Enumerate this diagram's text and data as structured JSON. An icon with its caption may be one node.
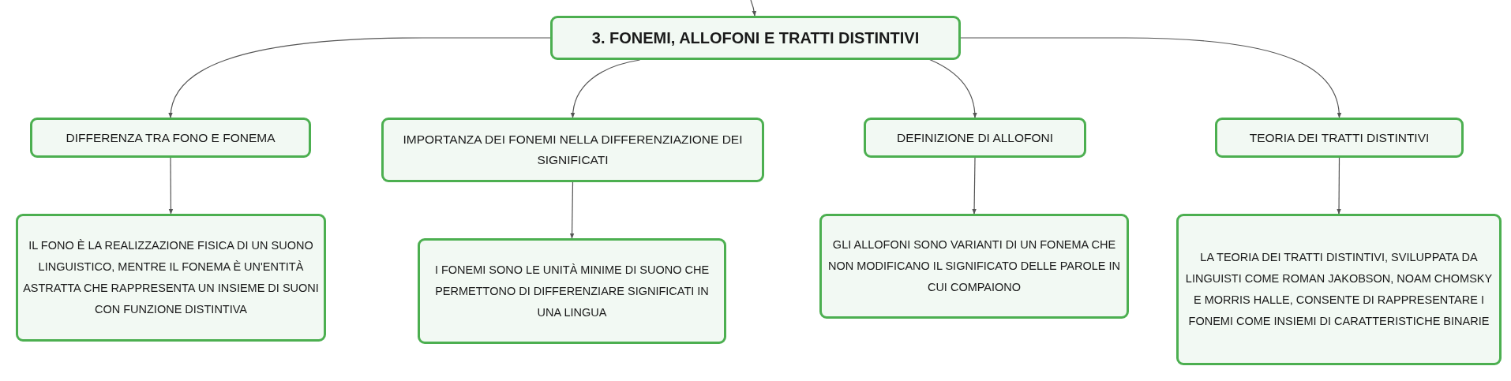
{
  "diagram": {
    "nodes": [
      {
        "text": [
          "3. FONEMI, ALLOFONI E TRATTI DISTINTIVI"
        ]
      },
      {
        "text": [
          "DIFFERENZA TRA FONO E FONEMA"
        ]
      },
      {
        "text": [
          "IMPORTANZA DEI FONEMI NELLA DIFFERENZIAZIONE DEI SIGNIFICATI"
        ]
      },
      {
        "text": [
          "DEFINIZIONE DI ALLOFONI"
        ]
      },
      {
        "text": [
          "TEORIA DEI TRATTI DISTINTIVI"
        ]
      },
      {
        "text": [
          "IL FONO È LA REALIZZAZIONE FISICA DI UN SUONO LINGUISTICO, MENTRE IL FONEMA È UN'ENTITÀ ASTRATTA CHE RAPPRESENTA UN INSIEME DI SUONI CON FUNZIONE DISTINTIVA"
        ]
      },
      {
        "text": [
          "I FONEMI SONO LE UNITÀ MINIME DI SUONO CHE PERMETTONO DI DIFFERENZIARE SIGNIFICATI IN UNA LINGUA"
        ]
      },
      {
        "text": [
          "GLI ALLOFONI SONO VARIANTI DI UN FONEMA CHE NON MODIFICANO IL SIGNIFICATO DELLE PAROLE IN CUI COMPAIONO"
        ]
      },
      {
        "text": [
          "LA TEORIA DEI TRATTI DISTINTIVI, SVILUPPATA DA LINGUISTI COME ROMAN JAKOBSON, NOAM CHOMSKY E MORRIS HALLE, CONSENTE DI RAPPRESENTARE I FONEMI COME INSIEMI DI CARATTERISTICHE BINARIE"
        ]
      }
    ],
    "edges": [
      {
        "from": null,
        "to": 0,
        "arrow": "to"
      },
      {
        "from": 0,
        "to": 1,
        "arrow": "to"
      },
      {
        "from": 0,
        "to": 2,
        "arrow": "to"
      },
      {
        "from": 0,
        "to": 3,
        "arrow": "to"
      },
      {
        "from": 0,
        "to": 4,
        "arrow": "to"
      },
      {
        "from": 1,
        "to": 5,
        "arrow": "to"
      },
      {
        "from": 2,
        "to": 6,
        "arrow": "to"
      },
      {
        "from": 3,
        "to": 7,
        "arrow": "to"
      },
      {
        "from": 4,
        "to": 8,
        "arrow": "to"
      }
    ]
  }
}
